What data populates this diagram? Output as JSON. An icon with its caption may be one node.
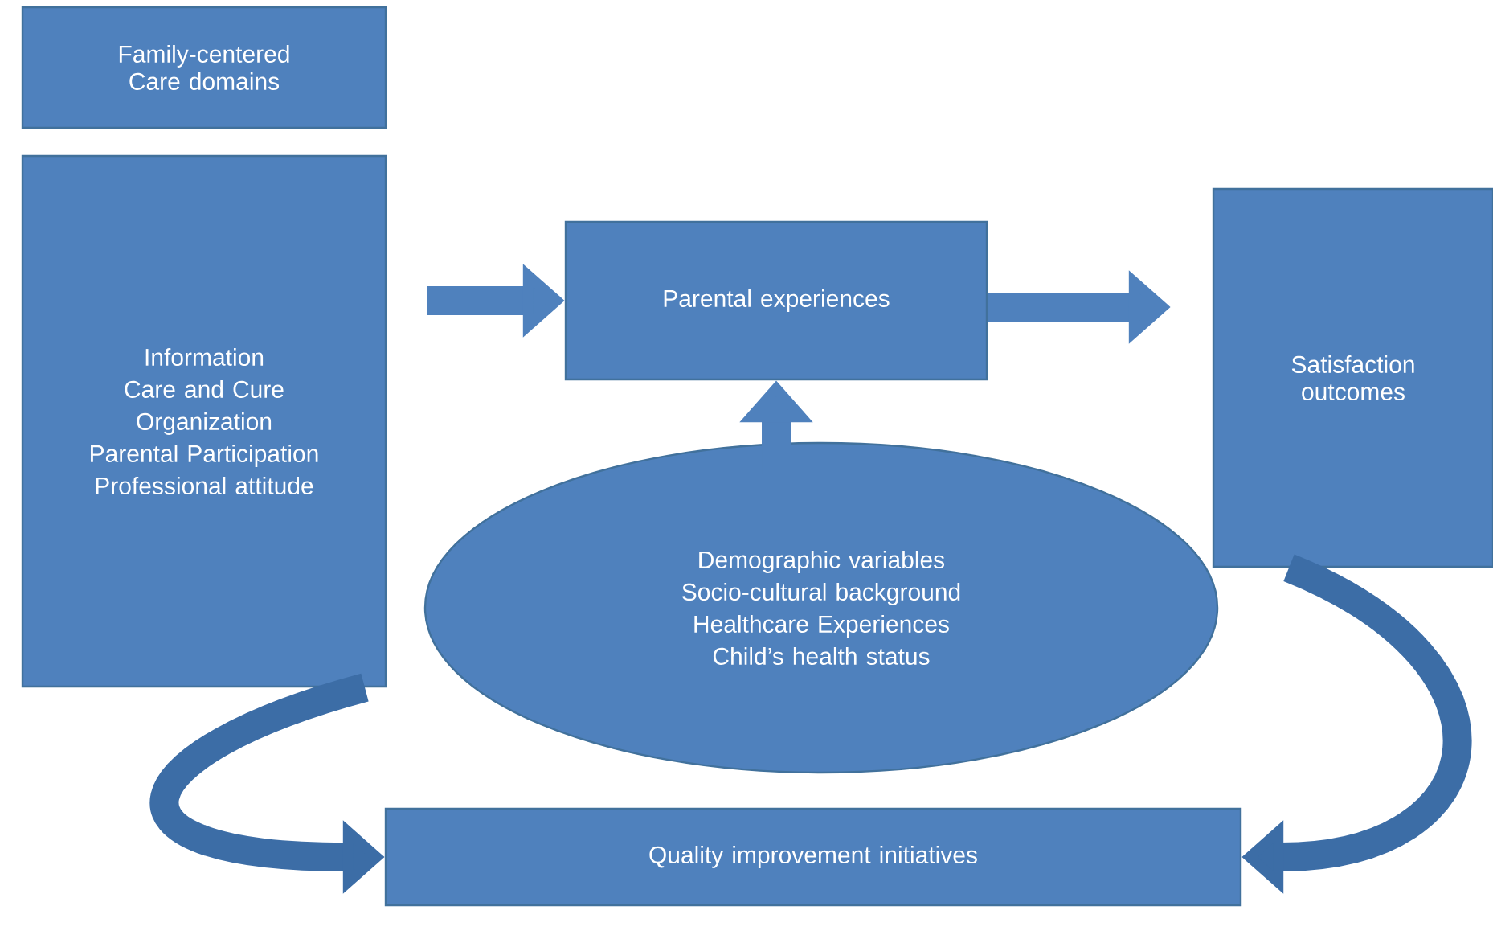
{
  "diagram": {
    "nodes": [
      {
        "text": [
          "Family-centered Care domains"
        ]
      },
      {
        "text": [
          "Information",
          "Care and Cure",
          "Organization",
          "Parental Participation",
          "Professional attitude"
        ]
      },
      {
        "text": [
          "Parental experiences"
        ]
      },
      {
        "text": [
          "Satisfaction outcomes"
        ]
      },
      {
        "text": [
          "Demographic variables",
          "Socio-cultural background",
          "Healthcare Experiences",
          "Child’s health status"
        ]
      },
      {
        "text": [
          "Quality improvement initiatives"
        ]
      }
    ],
    "edges": [
      {
        "from": 1,
        "to": 2,
        "arrow": "to"
      },
      {
        "from": 2,
        "to": 3,
        "arrow": "to"
      },
      {
        "from": 4,
        "to": 2,
        "arrow": "to"
      },
      {
        "from": 1,
        "to": 5,
        "arrow": "to"
      },
      {
        "from": 3,
        "to": 5,
        "arrow": "to"
      }
    ]
  }
}
